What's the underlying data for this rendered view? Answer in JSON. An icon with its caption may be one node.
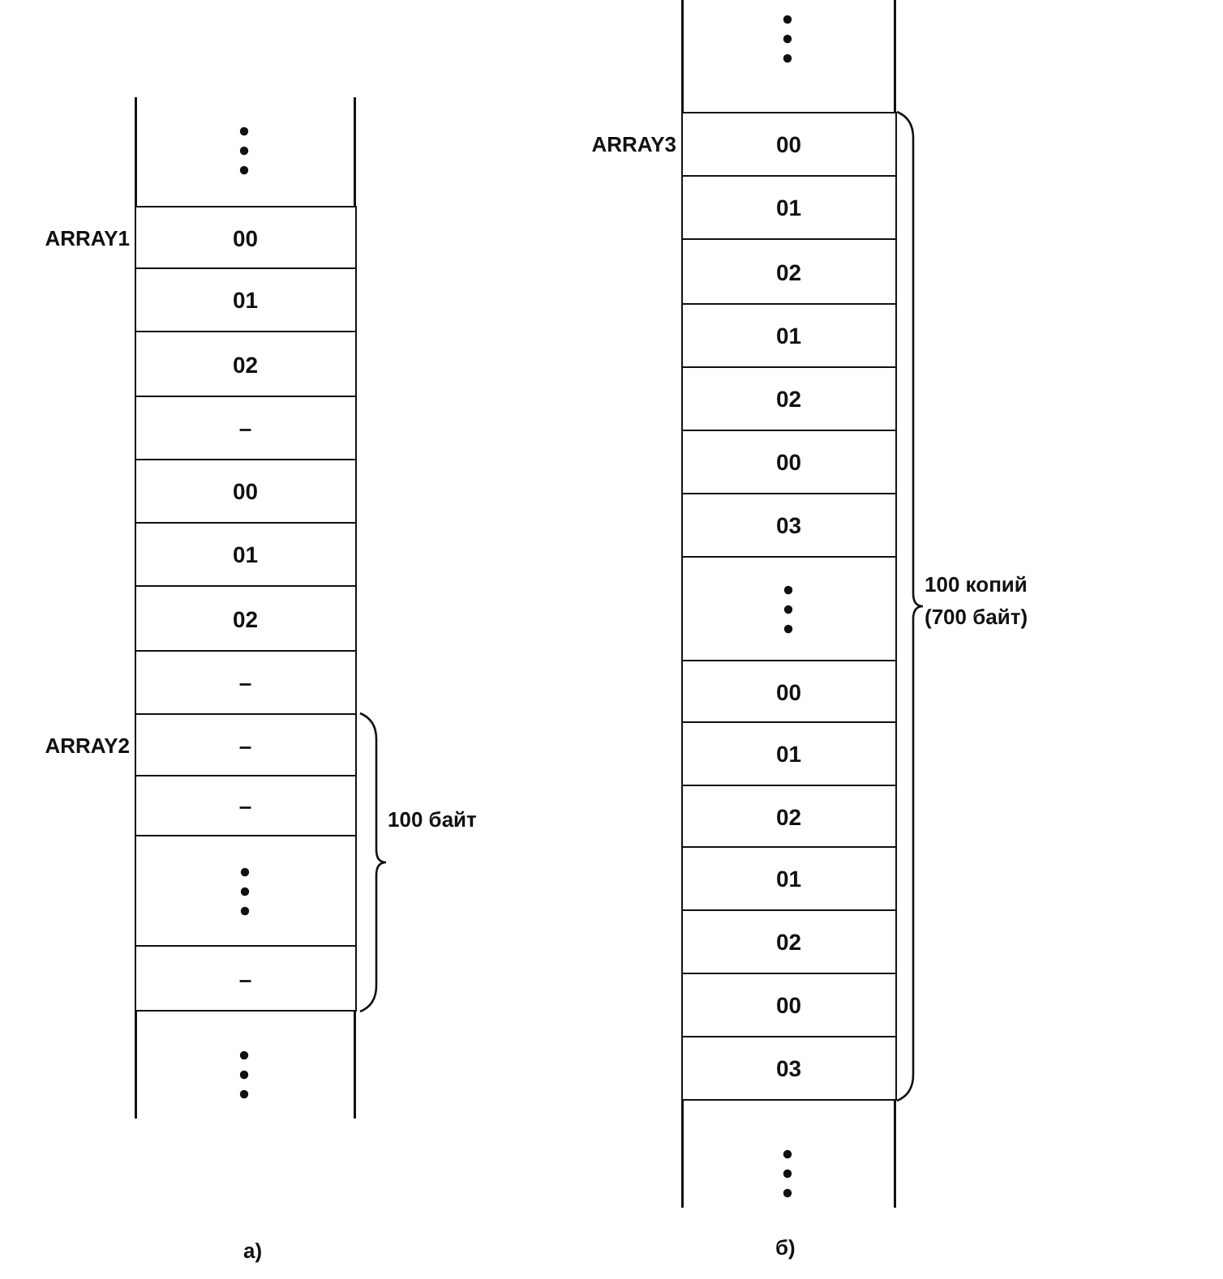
{
  "diagram": {
    "nodes": [
      {
        "text": [
          "00"
        ],
        "beside": [
          "ARRAY1"
        ]
      },
      {
        "text": [
          "01"
        ]
      },
      {
        "text": [
          "02"
        ]
      },
      {
        "text": [
          "–"
        ]
      },
      {
        "text": [
          "00"
        ]
      },
      {
        "text": [
          "01"
        ]
      },
      {
        "text": [
          "02"
        ]
      },
      {
        "text": [
          "–"
        ]
      },
      {
        "text": [
          "–"
        ],
        "beside": [
          "ARRAY2"
        ]
      },
      {
        "text": [
          "–"
        ]
      },
      {
        "text": [],
        "shape": "box"
      },
      {
        "text": [
          "–"
        ]
      },
      {
        "text": [
          "00"
        ],
        "beside": [
          "ARRAY3"
        ]
      },
      {
        "text": [
          "01"
        ]
      },
      {
        "text": [
          "02"
        ]
      },
      {
        "text": [
          "01"
        ]
      },
      {
        "text": [
          "02"
        ]
      },
      {
        "text": [
          "00"
        ]
      },
      {
        "text": [
          "03"
        ]
      },
      {
        "text": [],
        "shape": "box"
      },
      {
        "text": [
          "00"
        ]
      },
      {
        "text": [
          "01"
        ]
      },
      {
        "text": [
          "02"
        ]
      },
      {
        "text": [
          "01"
        ]
      },
      {
        "text": [
          "02"
        ]
      },
      {
        "text": [
          "00"
        ]
      },
      {
        "text": [
          "03"
        ]
      }
    ],
    "labels": [
      "100 байт",
      "100 копий (700 байт)",
      "а)",
      "б)"
    ]
  }
}
